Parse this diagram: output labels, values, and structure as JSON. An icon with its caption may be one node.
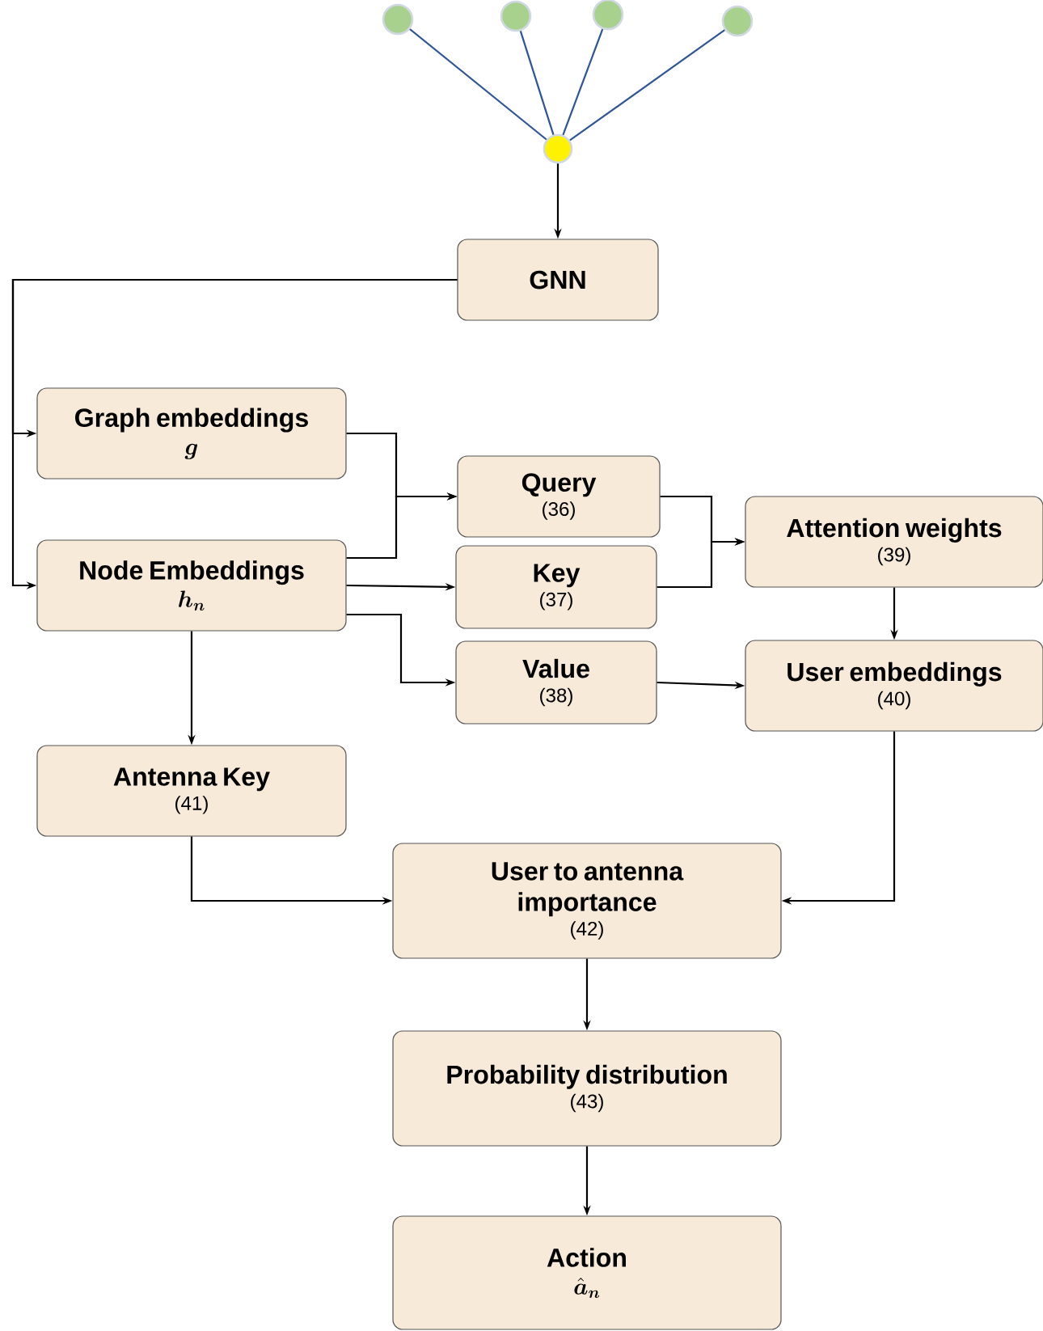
{
  "diagram": {
    "nodes": [
      {
        "text": [],
        "shape": "circle"
      },
      {
        "text": [],
        "shape": "circle"
      },
      {
        "text": [],
        "shape": "circle"
      },
      {
        "text": [],
        "shape": "circle"
      },
      {
        "text": [],
        "shape": "circle"
      },
      {
        "text": [
          "GNN"
        ]
      },
      {
        "text": [
          "Graph embeddings",
          "\\bm{g}"
        ]
      },
      {
        "text": [
          "Node Embeddings",
          "\\bm{h}_{\\bm{n}}"
        ]
      },
      {
        "text": [
          "Query",
          "(36)"
        ]
      },
      {
        "text": [
          "Key",
          "(37)"
        ]
      },
      {
        "text": [
          "Value",
          "(38)"
        ]
      },
      {
        "text": [
          "Attention weights",
          "(39)"
        ]
      },
      {
        "text": [
          "User embeddings",
          "(40)"
        ]
      },
      {
        "text": [
          "Antenna Key",
          "(41)"
        ]
      },
      {
        "text": [
          "User to antenna importance",
          "(42)"
        ]
      },
      {
        "text": [
          "Probability distribution",
          "(43)"
        ]
      },
      {
        "text": [
          "Action",
          "\\hat{\\bm{a}}_{\\bm{n}}"
        ]
      }
    ],
    "edges": [
      {
        "from": 0,
        "to": 4,
        "arrow": "none",
        "color": "#2f5597"
      },
      {
        "from": 1,
        "to": 4,
        "arrow": "none",
        "color": "#2f5597"
      },
      {
        "from": 2,
        "to": 4,
        "arrow": "none",
        "color": "#2f5597"
      },
      {
        "from": 3,
        "to": 4,
        "arrow": "none",
        "color": "#2f5597"
      },
      {
        "from": 4,
        "to": 5,
        "arrow": "to"
      },
      {
        "from": 5,
        "to": 6,
        "arrow": "to"
      },
      {
        "from": 5,
        "to": 7,
        "arrow": "to"
      },
      {
        "from": 6,
        "to": 8,
        "arrow": "to"
      },
      {
        "from": 7,
        "to": 8,
        "arrow": "to"
      },
      {
        "from": 7,
        "to": 9,
        "arrow": "to"
      },
      {
        "from": 7,
        "to": 10,
        "arrow": "to"
      },
      {
        "from": 8,
        "to": 11,
        "arrow": "to"
      },
      {
        "from": 9,
        "to": 11,
        "arrow": "to"
      },
      {
        "from": 11,
        "to": 12,
        "arrow": "to"
      },
      {
        "from": 10,
        "to": 12,
        "arrow": "to"
      },
      {
        "from": 7,
        "to": 13,
        "arrow": "to"
      },
      {
        "from": 13,
        "to": 14,
        "arrow": "to"
      },
      {
        "from": 12,
        "to": 14,
        "arrow": "to"
      },
      {
        "from": 14,
        "to": 15,
        "arrow": "to"
      },
      {
        "from": 15,
        "to": 16,
        "arrow": "to"
      }
    ]
  }
}
